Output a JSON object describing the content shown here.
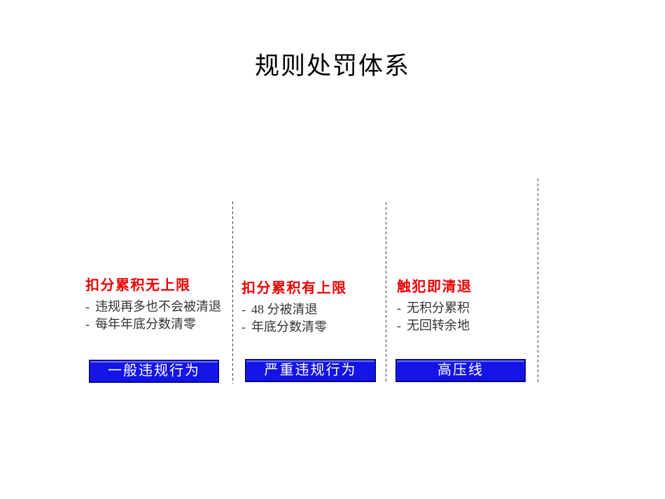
{
  "slide": {
    "title": "规则处罚体系",
    "bullet_marker": "-",
    "columns": [
      {
        "heading": "扣分累积无上限",
        "bullets": [
          "违规再多也不会被清退",
          "每年年底分数清零"
        ],
        "button_label": "一般违规行为"
      },
      {
        "heading": "扣分累积有上限",
        "bullets": [
          "48 分被清退",
          "年底分数清零"
        ],
        "button_label": "严重违规行为"
      },
      {
        "heading": "触犯即清退",
        "bullets": [
          "无积分累积",
          "无回转余地"
        ],
        "button_label": "高压线"
      }
    ],
    "colors": {
      "background": "#ffffff",
      "title_text": "#000000",
      "heading_red": "#ee0000",
      "body_text": "#333333",
      "separator": "#444444",
      "button_fill": "#1414e6",
      "button_border": "#000099",
      "button_text": "#ffffff"
    }
  }
}
